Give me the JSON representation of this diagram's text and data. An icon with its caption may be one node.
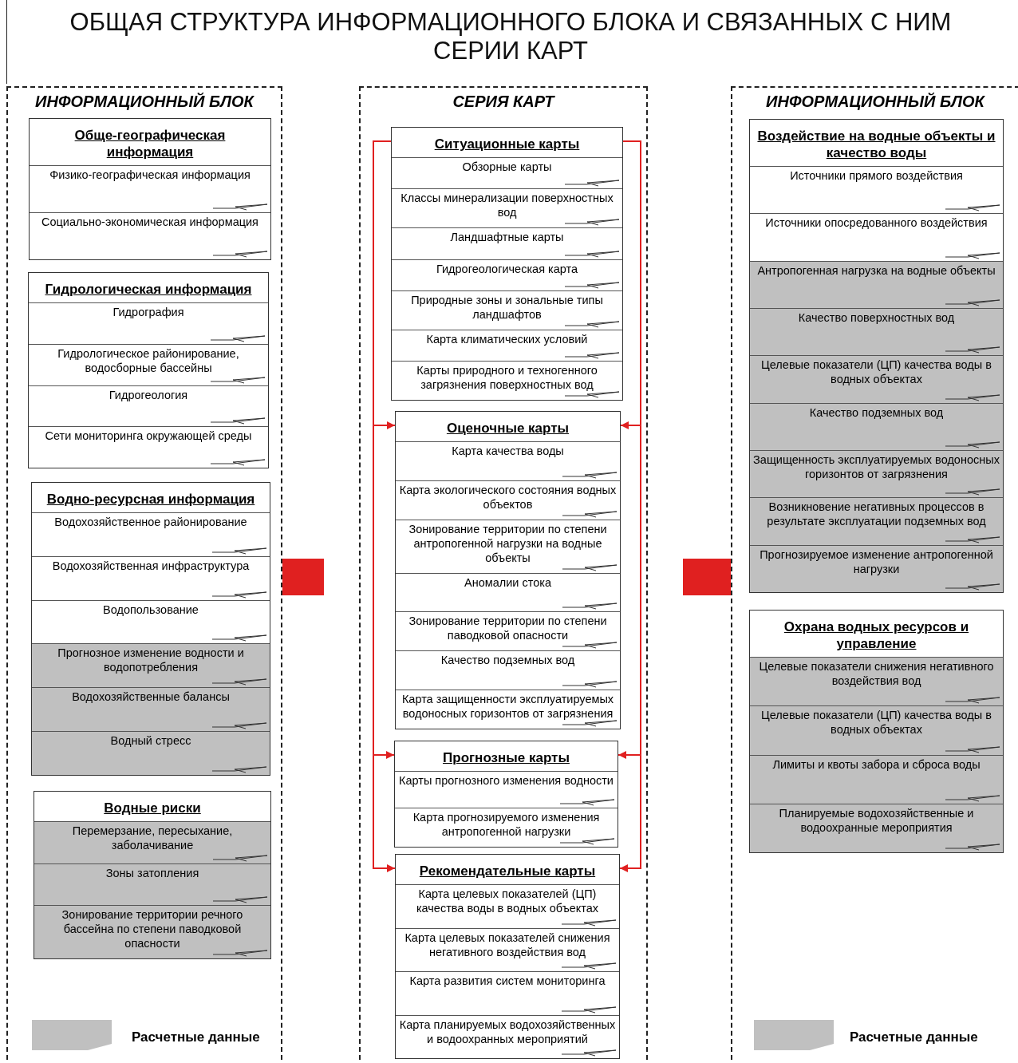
{
  "diagram": {
    "title": "ОБЩАЯ СТРУКТУРА ИНФОРМАЦИОННОГО БЛОКА И СВЯЗАННЫХ С НИМ СЕРИИ КАРТ",
    "nodes": [
      {
        "text": [
          "ИНФОРМАЦИОННЫЙ БЛОК"
        ]
      },
      {
        "text": [
          "Обще-географическая информация"
        ],
        "in": 0
      },
      {
        "text": [
          "Физико-географическая информация"
        ],
        "in": 1
      },
      {
        "text": [
          "Социально-экономическая информация"
        ],
        "in": 1
      },
      {
        "text": [
          "Гидрологическая информация"
        ],
        "in": 0
      },
      {
        "text": [
          "Гидрография"
        ],
        "in": 4
      },
      {
        "text": [
          "Гидрологическое районирование, водосборные бассейны"
        ],
        "in": 4
      },
      {
        "text": [
          "Гидрогеология"
        ],
        "in": 4
      },
      {
        "text": [
          "Сети мониторинга окружающей среды"
        ],
        "in": 4
      },
      {
        "text": [
          "Водно-ресурсная информация"
        ],
        "in": 0
      },
      {
        "text": [
          "Водохозяйственное районирование"
        ],
        "in": 9
      },
      {
        "text": [
          "Водохозяйственная инфраструктура"
        ],
        "in": 9
      },
      {
        "text": [
          "Водопользование"
        ],
        "in": 9
      },
      {
        "text": [
          "Прогнозное изменение водности и водопотребления"
        ],
        "in": 9
      },
      {
        "text": [
          "Водохозяйственные балансы"
        ],
        "in": 9
      },
      {
        "text": [
          "Водный стресс"
        ],
        "in": 9
      },
      {
        "text": [
          "Водные риски"
        ],
        "in": 0
      },
      {
        "text": [
          "Перемерзание, пересыхание, заболачивание"
        ],
        "in": 16
      },
      {
        "text": [
          "Зоны затопления"
        ],
        "in": 16
      },
      {
        "text": [
          "Зонирование территории речного бассейна по степени паводковой опасности"
        ],
        "in": 16
      },
      {
        "text": [
          "СЕРИЯ КАРТ"
        ]
      },
      {
        "text": [
          "Ситуационные карты"
        ],
        "in": 20
      },
      {
        "text": [
          "Обзорные карты"
        ],
        "in": 21
      },
      {
        "text": [
          "Классы минерализации поверхностных вод"
        ],
        "in": 21
      },
      {
        "text": [
          "Ландшафтные карты"
        ],
        "in": 21
      },
      {
        "text": [
          "Гидрогеологическая карта"
        ],
        "in": 21
      },
      {
        "text": [
          "Природные зоны и зональные типы ландшафтов"
        ],
        "in": 21
      },
      {
        "text": [
          "Карта климатических условий"
        ],
        "in": 21
      },
      {
        "text": [
          "Карты природного и техногенного загрязнения поверхностных вод"
        ],
        "in": 21
      },
      {
        "text": [
          "Оценочные карты"
        ],
        "in": 20
      },
      {
        "text": [
          "Карта качества воды"
        ],
        "in": 29
      },
      {
        "text": [
          "Карта экологического состояния водных объектов"
        ],
        "in": 29
      },
      {
        "text": [
          "Зонирование территории по степени антропогенной нагрузки на водные объекты"
        ],
        "in": 29
      },
      {
        "text": [
          "Аномалии стока"
        ],
        "in": 29
      },
      {
        "text": [
          "Зонирование территории по степени паводковой опасности"
        ],
        "in": 29
      },
      {
        "text": [
          "Качество подземных вод"
        ],
        "in": 29
      },
      {
        "text": [
          "Карта защищенности эксплуатируемых водоносных горизонтов от загрязнения"
        ],
        "in": 29
      },
      {
        "text": [
          "Прогнозные карты"
        ],
        "in": 20
      },
      {
        "text": [
          "Карты прогнозного изменения водности"
        ],
        "in": 37
      },
      {
        "text": [
          "Карта прогнозируемого изменения антропогенной нагрузки"
        ],
        "in": 37
      },
      {
        "text": [
          "Рекомендательные карты"
        ],
        "in": 20
      },
      {
        "text": [
          "Карта целевых показателей (ЦП) качества воды в водных объектах"
        ],
        "in": 40
      },
      {
        "text": [
          "Карта целевых показателей снижения негативного воздействия вод"
        ],
        "in": 40
      },
      {
        "text": [
          "Карта развития систем мониторинга"
        ],
        "in": 40
      },
      {
        "text": [
          "Карта планируемых водохозяйственных и водоохранных мероприятий"
        ],
        "in": 40
      },
      {
        "text": [
          "ИНФОРМАЦИОННЫЙ БЛОК"
        ]
      },
      {
        "text": [
          "Воздействие на водные объекты и качество воды"
        ],
        "in": 45
      },
      {
        "text": [
          "Источники прямого воздействия"
        ],
        "in": 46
      },
      {
        "text": [
          "Источники опосредованного воздействия"
        ],
        "in": 46
      },
      {
        "text": [
          "Антропогенная нагрузка на водные объекты"
        ],
        "in": 46
      },
      {
        "text": [
          "Качество поверхностных вод"
        ],
        "in": 46
      },
      {
        "text": [
          "Целевые показатели (ЦП) качества воды в водных объектах"
        ],
        "in": 46
      },
      {
        "text": [
          "Качество подземных вод"
        ],
        "in": 46
      },
      {
        "text": [
          "Защищенность эксплуатируемых водоносных горизонтов от загрязнения"
        ],
        "in": 46
      },
      {
        "text": [
          "Возникновение негативных процессов в результате эксплуатации подземных вод"
        ],
        "in": 46
      },
      {
        "text": [
          "Прогнозируемое изменение антропогенной нагрузки"
        ],
        "in": 46
      },
      {
        "text": [
          "Охрана водных ресурсов и управление"
        ],
        "in": 45
      },
      {
        "text": [
          "Целевые показатели снижения негативного воздействия вод"
        ],
        "in": 56
      },
      {
        "text": [
          "Целевые показатели (ЦП) качества воды в водных объектах"
        ],
        "in": 56
      },
      {
        "text": [
          "Лимиты и квоты забора и сброса воды"
        ],
        "in": 56
      },
      {
        "text": [
          "Планируемые водохозяйственные и водоохранные мероприятия"
        ],
        "in": 56
      }
    ],
    "edges": [
      {
        "from": 0,
        "to": 20,
        "arrow": "to",
        "style": "thick"
      },
      {
        "from": 45,
        "to": 20,
        "arrow": "to",
        "style": "thick"
      },
      {
        "from": 21,
        "to": 29,
        "arrow": "to"
      },
      {
        "from": 21,
        "to": 37,
        "arrow": "to"
      },
      {
        "from": 21,
        "to": 40,
        "arrow": "to"
      },
      {
        "from": 21,
        "to": 29,
        "arrow": "to"
      },
      {
        "from": 21,
        "to": 37,
        "arrow": "to"
      },
      {
        "from": 21,
        "to": 40,
        "arrow": "to"
      }
    ],
    "legend": [
      {
        "text": "Расчетные данные",
        "color": "#c0c0c0"
      },
      {
        "text": "Расчетные данные",
        "color": "#c0c0c0"
      }
    ]
  }
}
